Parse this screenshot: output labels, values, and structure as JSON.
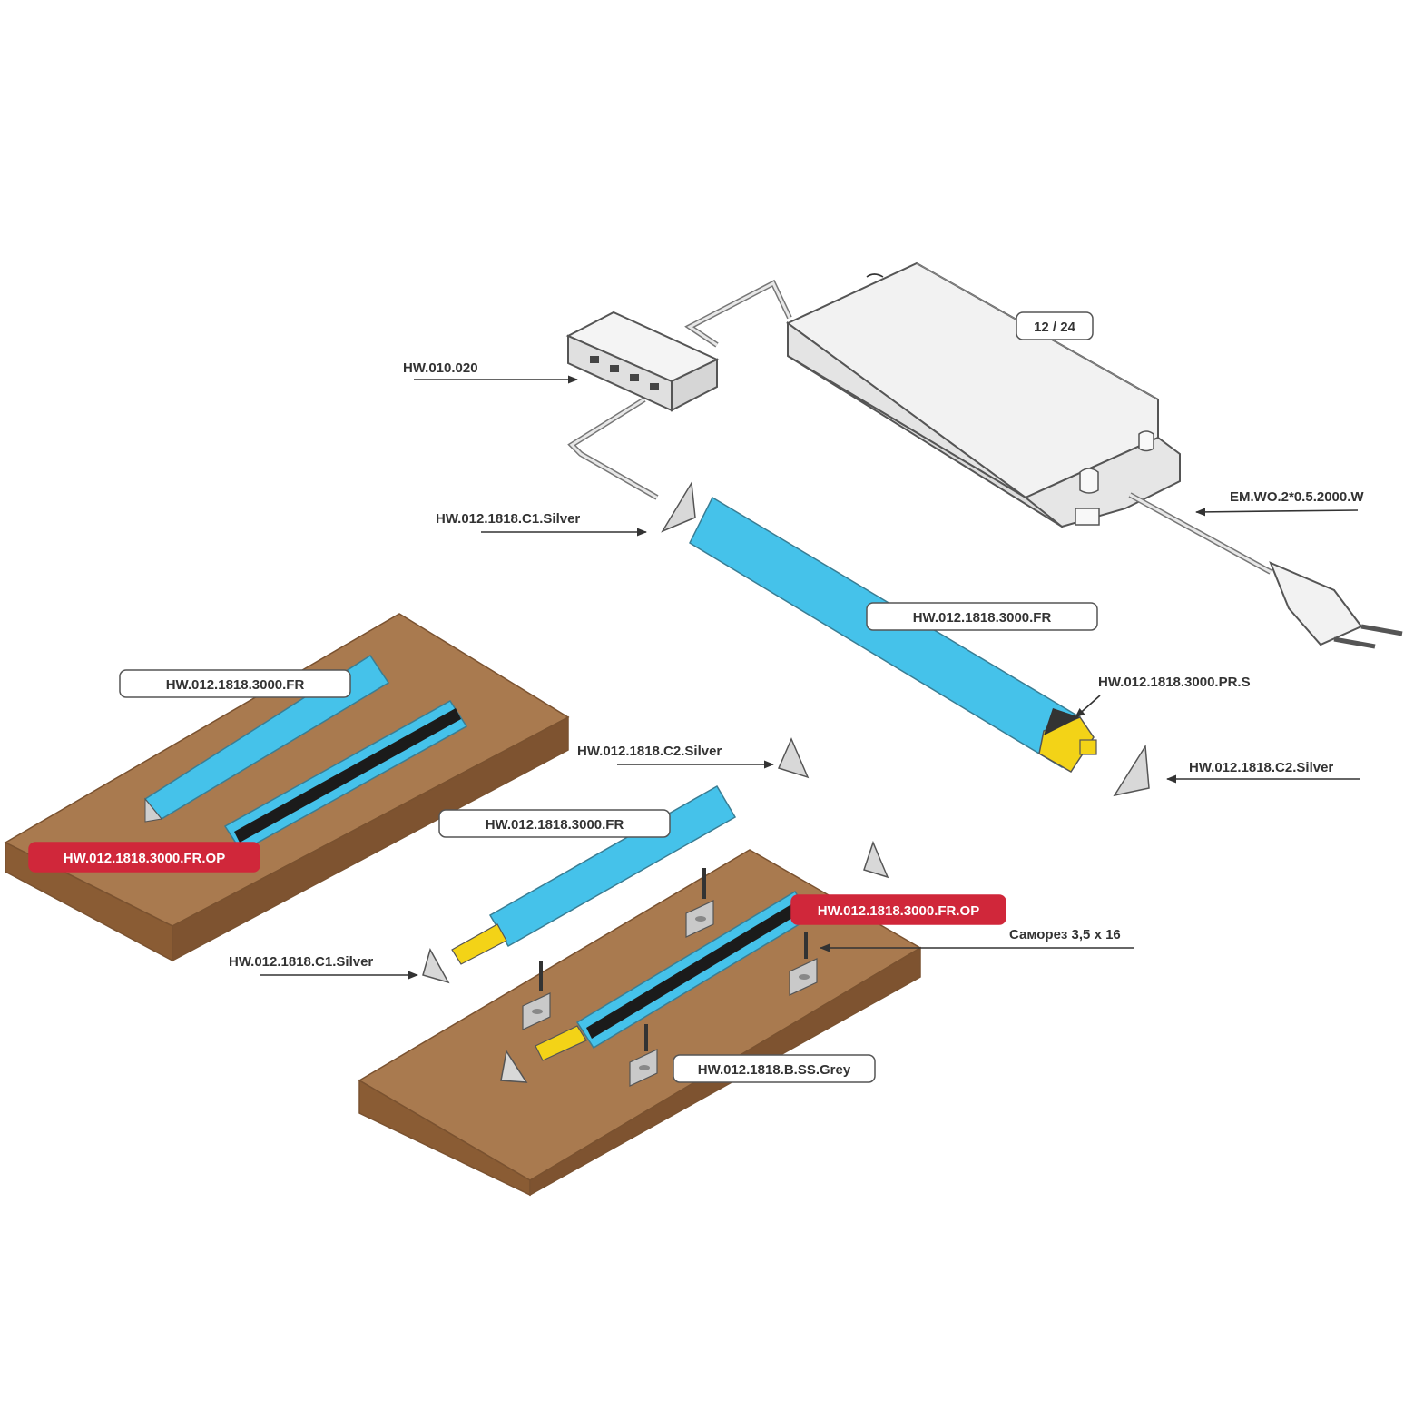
{
  "colors": {
    "wood_top": "#a97a4f",
    "wood_side": "#8a5c34",
    "profile_blue": "#45c2ea",
    "strip_yellow": "#f3d317",
    "highlight_red": "#d0273a",
    "device_grey": "#ebebeb"
  },
  "labels": {
    "distributor": "HW.010.020",
    "power_supply_voltage": "12 / 24",
    "power_cable": "EM.WO.2*0.5.2000.W",
    "end_cap_c1_top": "HW.012.1818.C1.Silver",
    "profile_fr_top": "HW.012.1818.3000.FR",
    "profile_pr_s": "HW.012.1818.3000.PR.S",
    "end_cap_c2_right": "HW.012.1818.C2.Silver",
    "profile_fr_left": "HW.012.1818.3000.FR",
    "profile_fr_op_left": "HW.012.1818.3000.FR.OP",
    "end_cap_c2_middle": "HW.012.1818.C2.Silver",
    "profile_fr_middle": "HW.012.1818.3000.FR",
    "profile_fr_op_right": "HW.012.1818.3000.FR.OP",
    "screw": "Саморез 3,5 x 16",
    "end_cap_c1_bottom": "HW.012.1818.C1.Silver",
    "bracket": "HW.012.1818.B.SS.Grey"
  }
}
